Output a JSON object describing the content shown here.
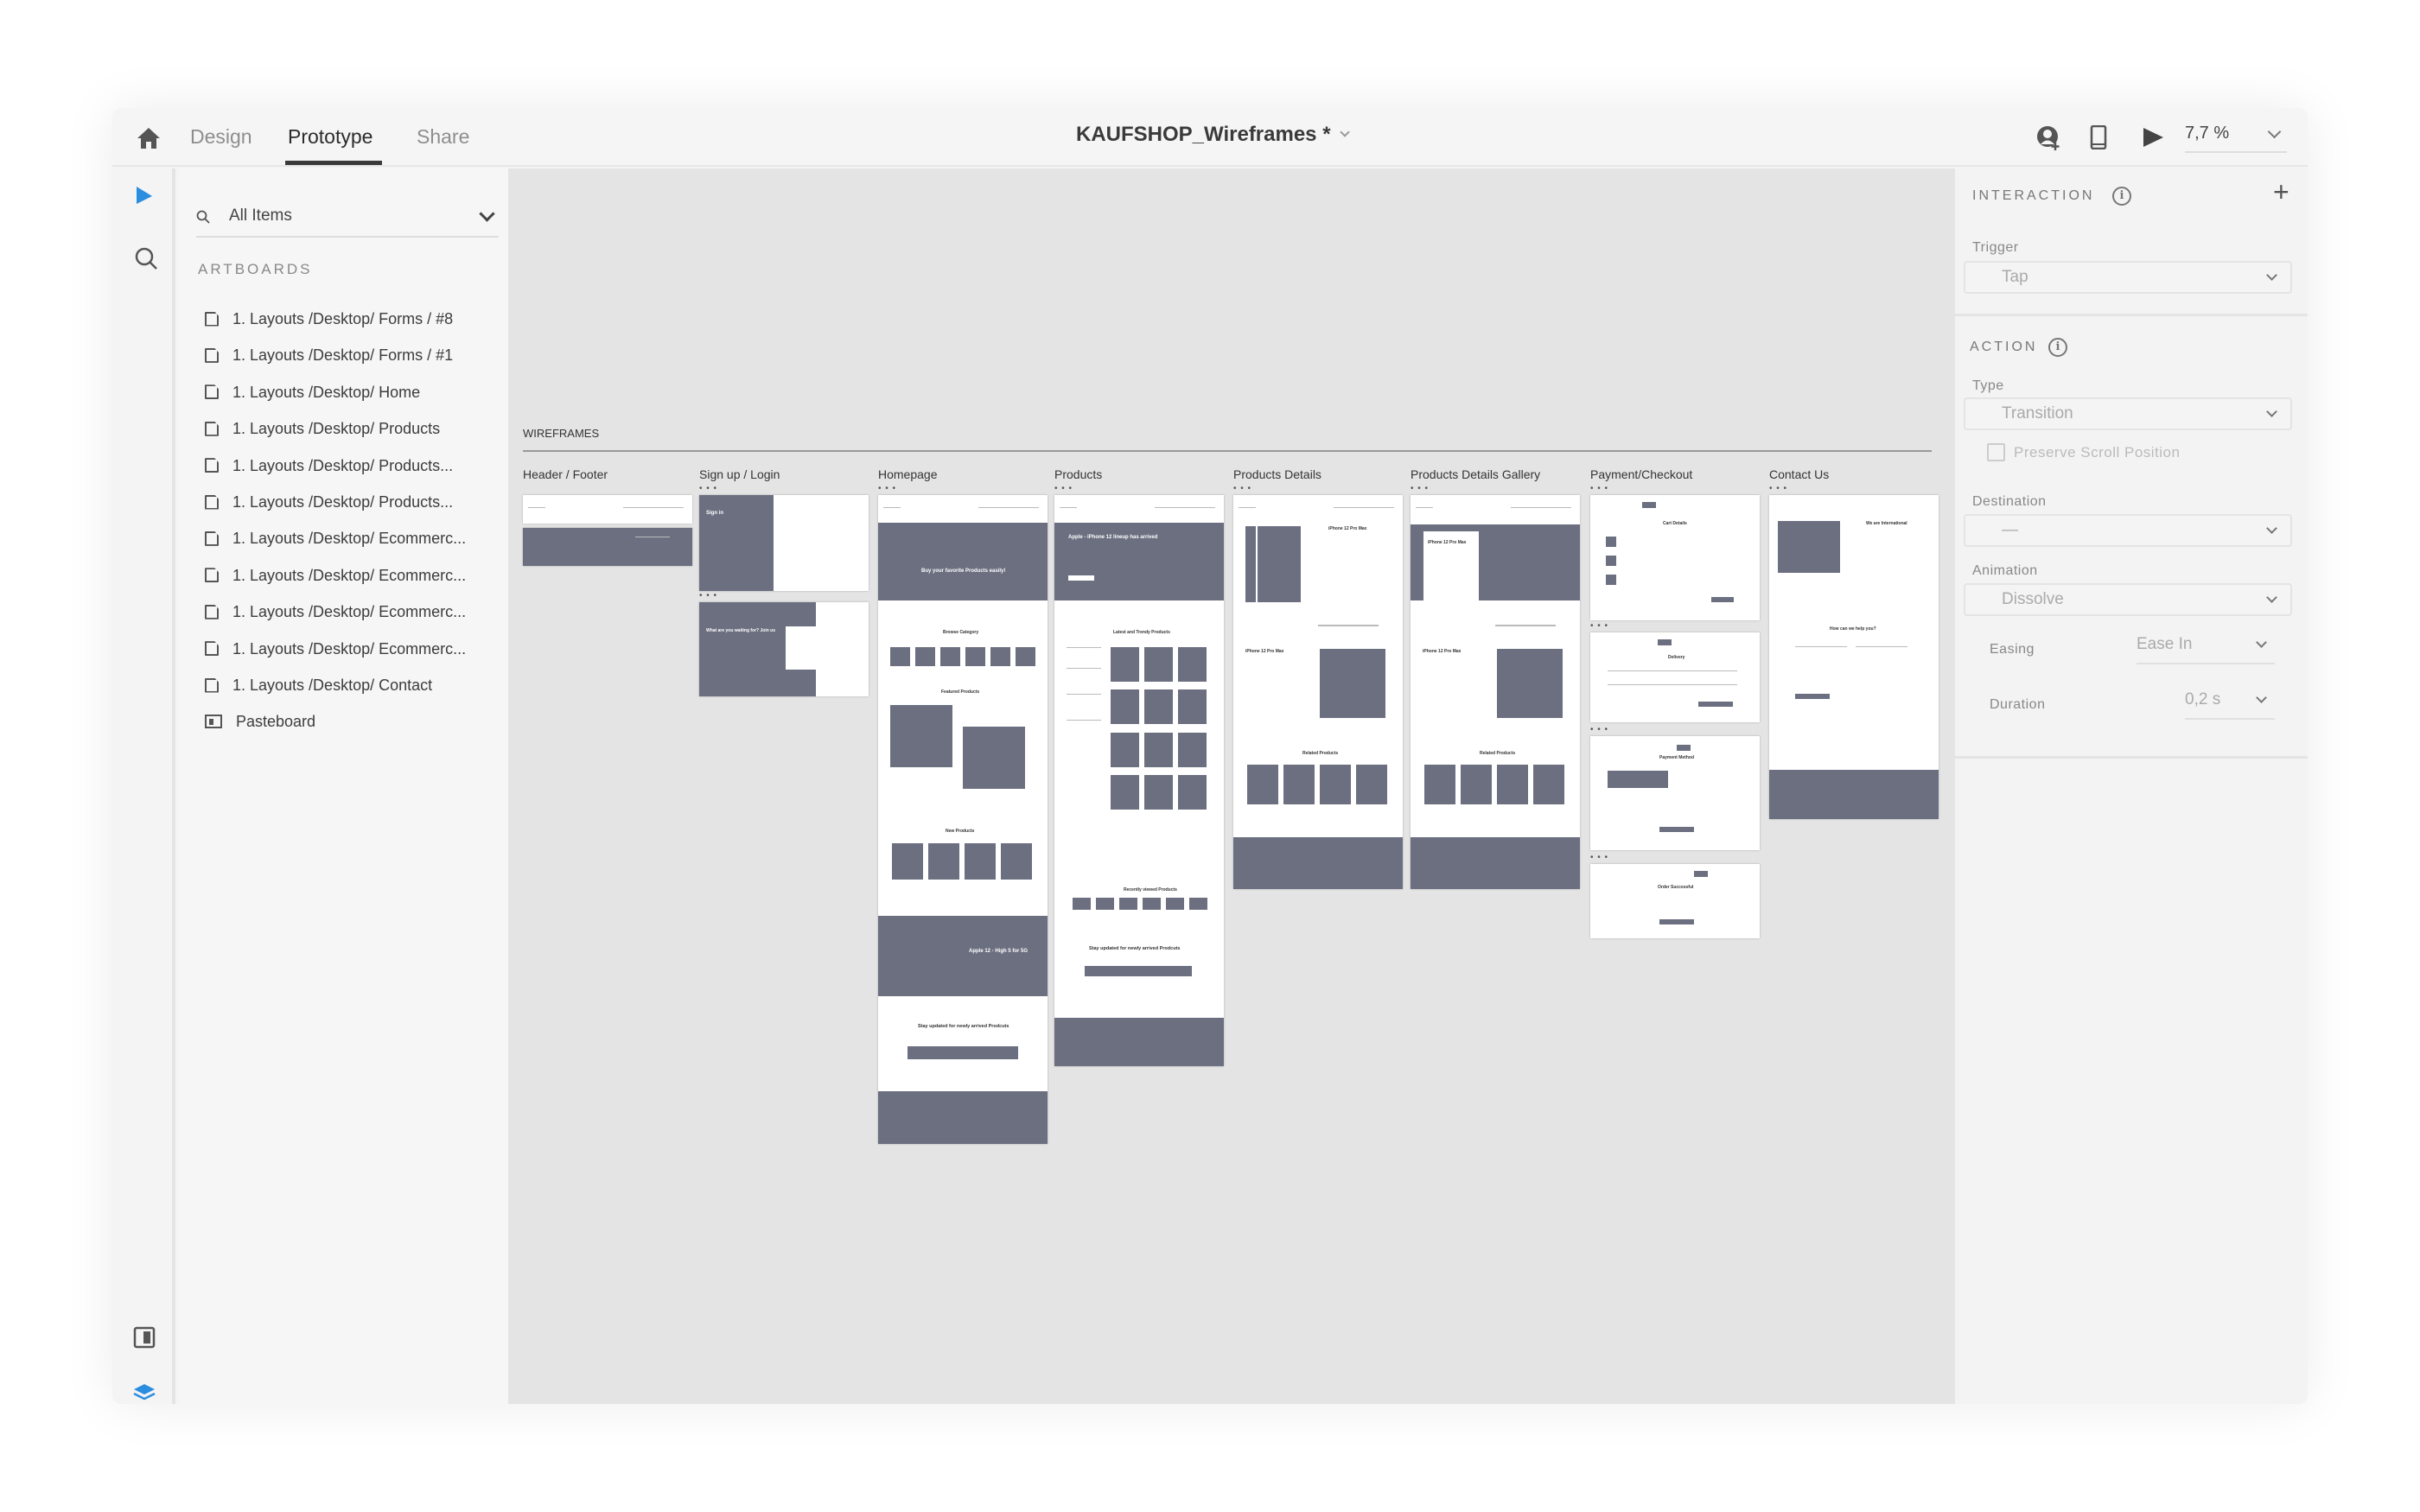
{
  "topbar": {
    "tabs": [
      {
        "label": "Design"
      },
      {
        "label": "Prototype",
        "active": true
      },
      {
        "label": "Share"
      }
    ],
    "title": "KAUFSHOP_Wireframes *",
    "zoom": "7,7 %",
    "icons": [
      "home-icon",
      "share-user-icon",
      "device-preview-icon",
      "play-icon"
    ]
  },
  "layers": {
    "search_value": "All Items",
    "section": "ARTBOARDS",
    "items": [
      {
        "label": "1. Layouts /Desktop/ Forms / #8"
      },
      {
        "label": "1. Layouts /Desktop/ Forms / #1"
      },
      {
        "label": "1. Layouts /Desktop/ Home"
      },
      {
        "label": "1. Layouts /Desktop/ Products"
      },
      {
        "label": "1. Layouts /Desktop/ Products..."
      },
      {
        "label": "1. Layouts /Desktop/ Products..."
      },
      {
        "label": "1. Layouts /Desktop/ Ecommerc..."
      },
      {
        "label": "1. Layouts /Desktop/ Ecommerc..."
      },
      {
        "label": "1. Layouts /Desktop/ Ecommerc..."
      },
      {
        "label": "1. Layouts /Desktop/ Ecommerc..."
      },
      {
        "label": "1. Layouts /Desktop/ Contact"
      },
      {
        "label": "Pasteboard"
      }
    ]
  },
  "canvas": {
    "section_label": "WIREFRAMES",
    "artboard_labels": [
      "Header / Footer",
      "Sign up / Login",
      "Homepage",
      "Products",
      "Products Details",
      "Products Details Gallery",
      "Payment/Checkout",
      "Contact Us"
    ],
    "wireframe_gray": "#6b6f80",
    "texts": {
      "sign_in": "Sign in",
      "join": "What are you waiting for? Join us",
      "hero_home": "Buy your favorite Products easily!",
      "browse": "Browse Category",
      "featured": "Featured Products",
      "new": "New Products",
      "promo": "Apple 12 - High 5 for 5G",
      "stay": "Stay updated for newly arrived Prodcuts",
      "hero_products": "Apple - iPhone 12 lineup has arrived",
      "latest": "Latest and Trendy Products",
      "recent": "Recently viewed Products",
      "iphone": "iPhone 12 Pro Max",
      "related": "Related Products",
      "cart": "Cart Details",
      "delivery": "Delivery",
      "payment": "Payment Method",
      "success": "Order Successful",
      "international": "We are International",
      "help": "How can we help you?"
    }
  },
  "panel": {
    "interaction_title": "INTERACTION",
    "trigger_label": "Trigger",
    "trigger_value": "Tap",
    "action_title": "ACTION",
    "type_label": "Type",
    "type_value": "Transition",
    "preserve_label": "Preserve Scroll Position",
    "preserve_checked": false,
    "destination_label": "Destination",
    "destination_value": "—",
    "animation_label": "Animation",
    "animation_value": "Dissolve",
    "easing_label": "Easing",
    "easing_value": "Ease In",
    "duration_label": "Duration",
    "duration_value": "0,2 s"
  }
}
